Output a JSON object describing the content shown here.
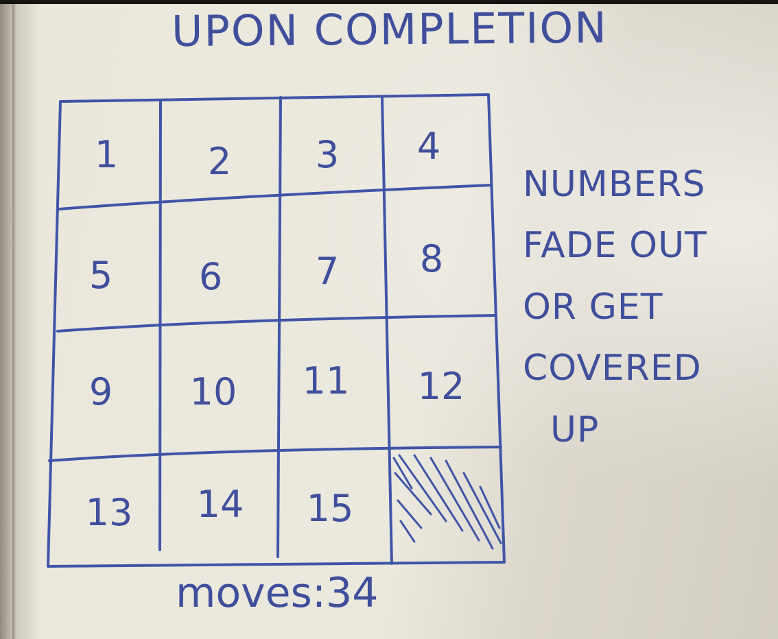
{
  "title": "UPON COMPLETION",
  "tiles": [
    "1",
    "2",
    "3",
    "4",
    "5",
    "6",
    "7",
    "8",
    "9",
    "10",
    "11",
    "12",
    "13",
    "14",
    "15"
  ],
  "empty_tile": "hatched",
  "note": {
    "lines": [
      "NUMBERS",
      "FADE OUT",
      "OR GET",
      "COVERED",
      "UP"
    ]
  },
  "moves": {
    "label": "moves:",
    "value": "34"
  },
  "colors": {
    "ink": "#3f4f9c",
    "paper": "#ebe8de"
  }
}
